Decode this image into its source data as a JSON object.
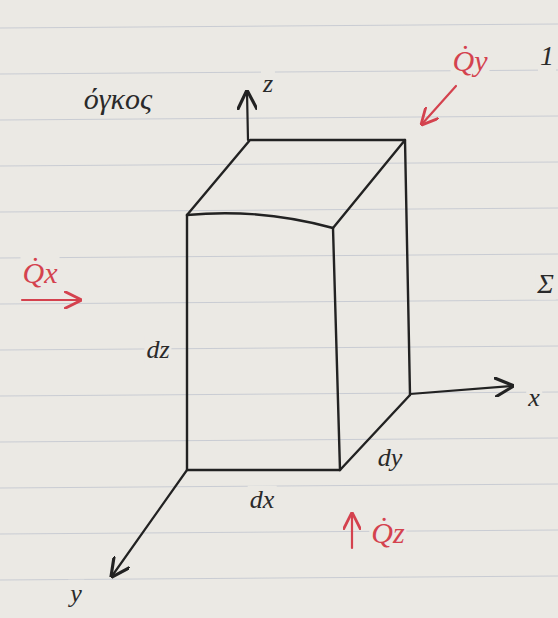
{
  "diagram": {
    "labels": [
      "όγκος",
      "z",
      "Q̇y",
      "1",
      "Q̇x",
      "dz",
      "Σ",
      "x",
      "dy",
      "dx",
      "Q̇z",
      "y"
    ]
  }
}
